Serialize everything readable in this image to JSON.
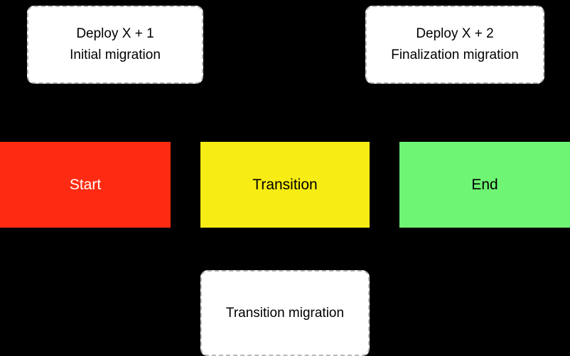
{
  "diagram": {
    "background_color": "#000000",
    "notes": {
      "deploy_x1": {
        "line1": "Deploy X + 1",
        "line2": "Initial migration"
      },
      "deploy_x2": {
        "line1": "Deploy X + 2",
        "line2": "Finalization migration"
      },
      "transition_migration": {
        "line1": "Transition migration"
      }
    },
    "stages": {
      "start": {
        "label": "Start",
        "fill_color": "#fe2b12",
        "text_color": "#ffffff"
      },
      "transition": {
        "label": "Transition",
        "fill_color": "#f7ec13",
        "text_color": "#000000"
      },
      "end": {
        "label": "End",
        "fill_color": "#6ef573",
        "text_color": "#000000"
      }
    }
  }
}
